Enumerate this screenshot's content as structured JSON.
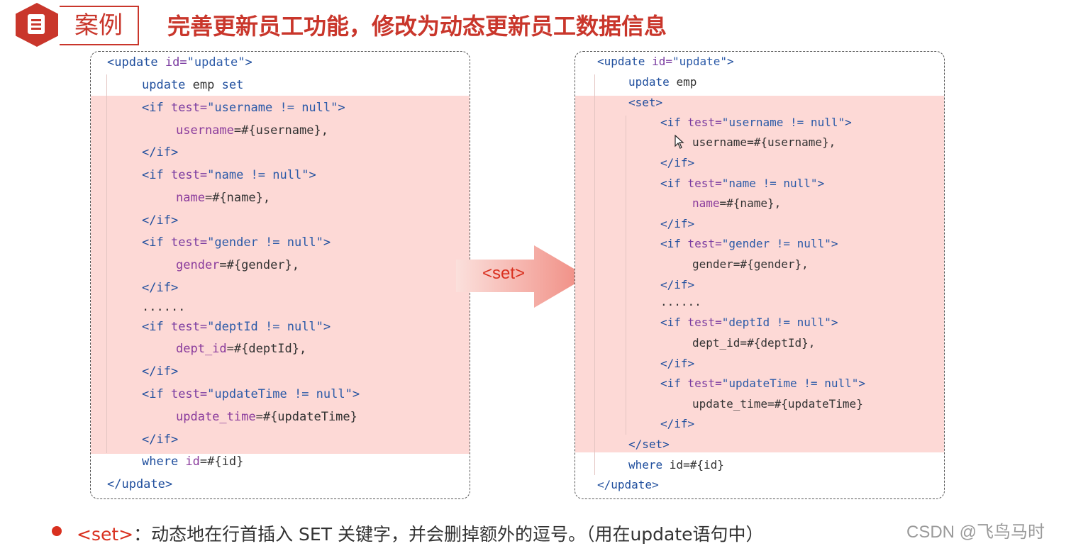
{
  "header": {
    "tag": "案例",
    "title": "完善更新员工功能，修改为动态更新员工数据信息"
  },
  "left_code": {
    "lines": [
      {
        "parts": [
          [
            "t",
            "<update "
          ],
          [
            "a",
            "id="
          ],
          [
            "s",
            "\"update\""
          ],
          [
            "t",
            ">"
          ]
        ]
      },
      {
        "parts": [
          [
            "k",
            "update "
          ],
          [
            "p",
            "emp "
          ],
          [
            "k",
            "set"
          ]
        ]
      },
      {
        "parts": [
          [
            "t",
            "<if "
          ],
          [
            "a",
            "test="
          ],
          [
            "s",
            "\"username != null\""
          ],
          [
            "t",
            ">"
          ]
        ]
      },
      {
        "parts": [
          [
            "c",
            "username"
          ],
          [
            "p",
            "=#{username},"
          ]
        ]
      },
      {
        "parts": [
          [
            "t",
            "</if>"
          ]
        ]
      },
      {
        "parts": [
          [
            "t",
            "<if "
          ],
          [
            "a",
            "test="
          ],
          [
            "s",
            "\"name != null\""
          ],
          [
            "t",
            ">"
          ]
        ]
      },
      {
        "parts": [
          [
            "c",
            "name"
          ],
          [
            "p",
            "=#{name},"
          ]
        ]
      },
      {
        "parts": [
          [
            "t",
            "</if>"
          ]
        ]
      },
      {
        "parts": [
          [
            "t",
            "<if "
          ],
          [
            "a",
            "test="
          ],
          [
            "s",
            "\"gender != null\""
          ],
          [
            "t",
            ">"
          ]
        ]
      },
      {
        "parts": [
          [
            "c",
            "gender"
          ],
          [
            "p",
            "=#{gender},"
          ]
        ]
      },
      {
        "parts": [
          [
            "t",
            "</if>"
          ]
        ]
      },
      {
        "parts": [
          [
            "p",
            "......"
          ]
        ]
      },
      {
        "parts": [
          [
            "t",
            "<if "
          ],
          [
            "a",
            "test="
          ],
          [
            "s",
            "\"deptId != null\""
          ],
          [
            "t",
            ">"
          ]
        ]
      },
      {
        "parts": [
          [
            "c",
            "dept_id"
          ],
          [
            "p",
            "=#{deptId},"
          ]
        ]
      },
      {
        "parts": [
          [
            "t",
            "</if>"
          ]
        ]
      },
      {
        "parts": [
          [
            "t",
            "<if "
          ],
          [
            "a",
            "test="
          ],
          [
            "s",
            "\"updateTime != null\""
          ],
          [
            "t",
            ">"
          ]
        ]
      },
      {
        "parts": [
          [
            "c",
            "update_time"
          ],
          [
            "p",
            "=#{updateTime}"
          ]
        ]
      },
      {
        "parts": [
          [
            "t",
            "</if>"
          ]
        ]
      },
      {
        "parts": [
          [
            "k",
            "where "
          ],
          [
            "c",
            "id"
          ],
          [
            "p",
            "=#{id}"
          ]
        ]
      },
      {
        "parts": [
          [
            "t",
            "</update>"
          ]
        ]
      }
    ]
  },
  "right_code": {
    "lines": [
      {
        "parts": [
          [
            "t",
            "<update "
          ],
          [
            "a",
            "id="
          ],
          [
            "s",
            "\"update\""
          ],
          [
            "t",
            ">"
          ]
        ]
      },
      {
        "parts": [
          [
            "k",
            "update "
          ],
          [
            "p",
            "emp"
          ]
        ]
      },
      {
        "parts": [
          [
            "t",
            "<set>"
          ]
        ]
      },
      {
        "parts": [
          [
            "t",
            "<if "
          ],
          [
            "a",
            "test="
          ],
          [
            "s",
            "\"username != null\""
          ],
          [
            "t",
            ">"
          ]
        ]
      },
      {
        "parts": [
          [
            "p",
            "username=#{username},"
          ]
        ]
      },
      {
        "parts": [
          [
            "t",
            "</if>"
          ]
        ]
      },
      {
        "parts": [
          [
            "t",
            "<if "
          ],
          [
            "a",
            "test="
          ],
          [
            "s",
            "\"name != null\""
          ],
          [
            "t",
            ">"
          ]
        ]
      },
      {
        "parts": [
          [
            "c",
            "name"
          ],
          [
            "p",
            "=#{name},"
          ]
        ]
      },
      {
        "parts": [
          [
            "t",
            "</if>"
          ]
        ]
      },
      {
        "parts": [
          [
            "t",
            "<if "
          ],
          [
            "a",
            "test="
          ],
          [
            "s",
            "\"gender != null\""
          ],
          [
            "t",
            ">"
          ]
        ]
      },
      {
        "parts": [
          [
            "p",
            "gender=#{gender},"
          ]
        ]
      },
      {
        "parts": [
          [
            "t",
            "</if>"
          ]
        ]
      },
      {
        "parts": [
          [
            "p",
            "......"
          ]
        ]
      },
      {
        "parts": [
          [
            "t",
            "<if "
          ],
          [
            "a",
            "test="
          ],
          [
            "s",
            "\"deptId != null\""
          ],
          [
            "t",
            ">"
          ]
        ]
      },
      {
        "parts": [
          [
            "p",
            "dept_id=#{deptId},"
          ]
        ]
      },
      {
        "parts": [
          [
            "t",
            "</if>"
          ]
        ]
      },
      {
        "parts": [
          [
            "t",
            "<if "
          ],
          [
            "a",
            "test="
          ],
          [
            "s",
            "\"updateTime != null\""
          ],
          [
            "t",
            ">"
          ]
        ]
      },
      {
        "parts": [
          [
            "p",
            "update_time=#{updateTime}"
          ]
        ]
      },
      {
        "parts": [
          [
            "t",
            "</if>"
          ]
        ]
      },
      {
        "parts": [
          [
            "t",
            "</set>"
          ]
        ]
      },
      {
        "parts": [
          [
            "k",
            "where "
          ],
          [
            "p",
            "id=#{id}"
          ]
        ]
      },
      {
        "parts": [
          [
            "t",
            "</update>"
          ]
        ]
      }
    ]
  },
  "arrow_label": "<set>",
  "note": {
    "keyword": "<set>",
    "text": "：动态地在行首插入 SET 关键字，并会删掉额外的逗号。（用在update语句中）"
  },
  "watermark": "CSDN @飞鸟马时"
}
